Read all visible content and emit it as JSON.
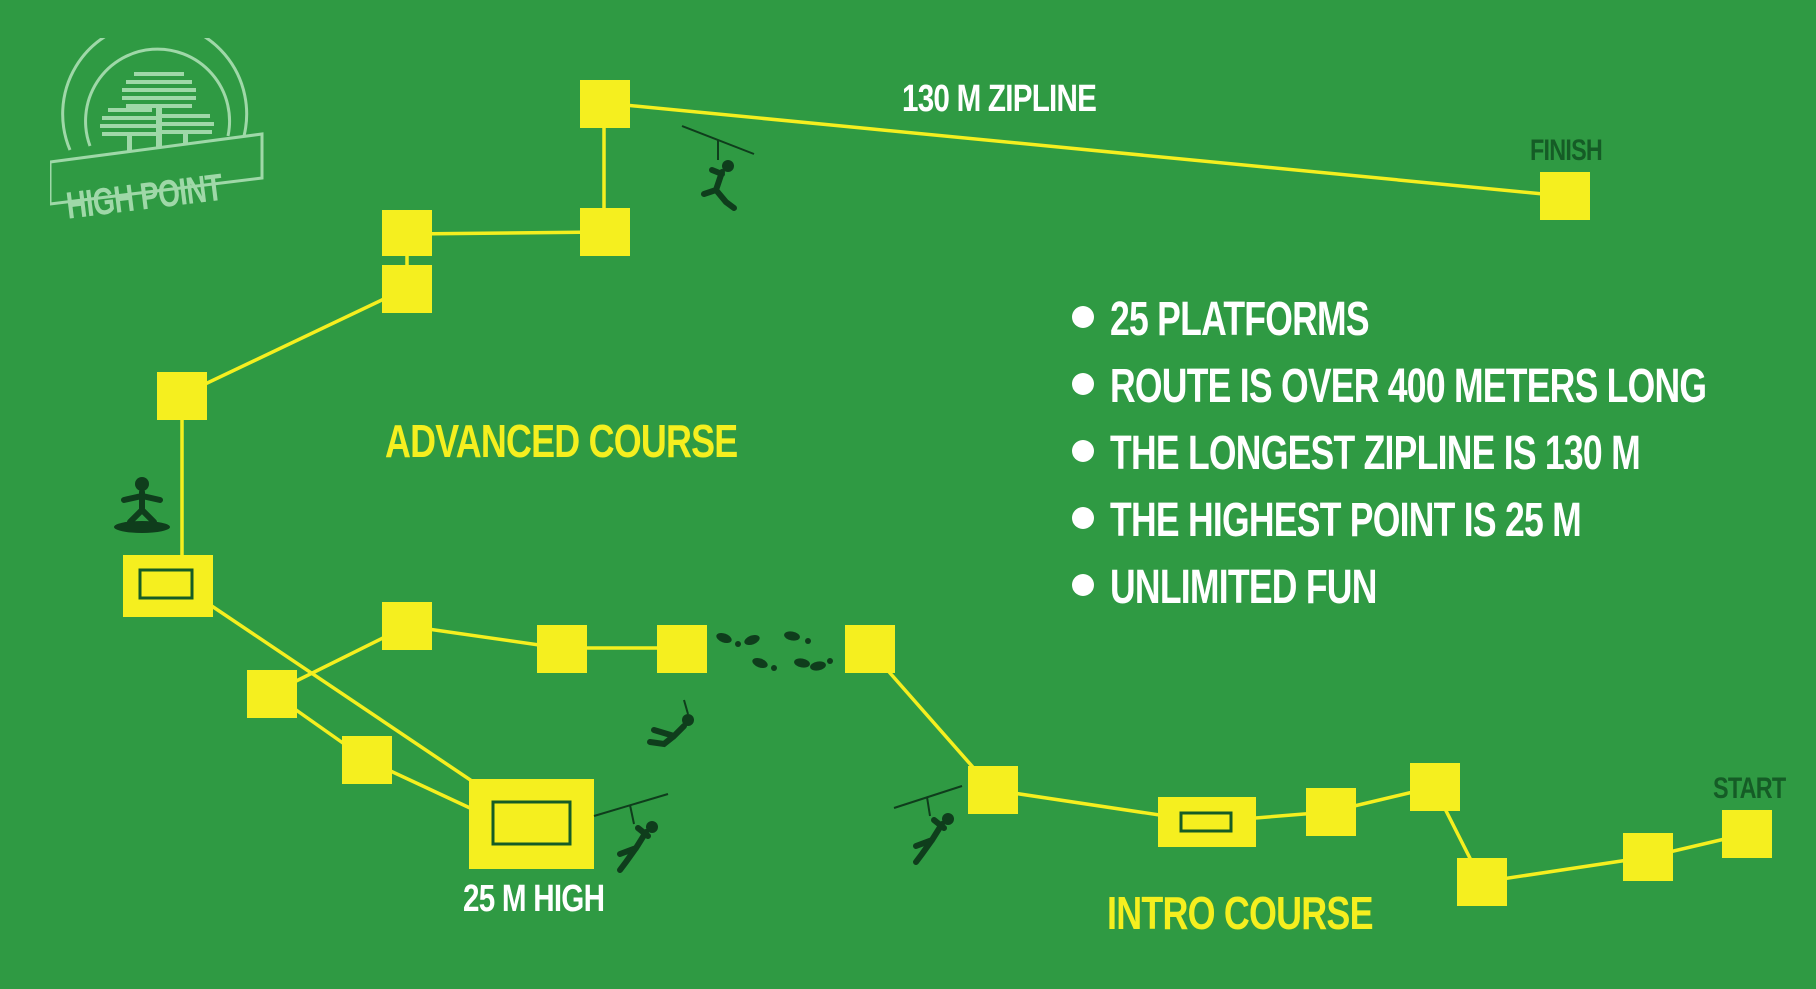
{
  "brand": {
    "name": "HIGH POINT",
    "colors": {
      "background": "#2f9a43",
      "platform": "#f5ef1f",
      "route_line": "#f5ef1f",
      "label_white": "#ffffff",
      "label_dark": "#155c26",
      "logo": "#9fd8a8"
    }
  },
  "labels": {
    "zipline": "130 M ZIPLINE",
    "finish": "FINISH",
    "start": "START",
    "advanced_course": "ADVANCED COURSE",
    "intro_course": "INTRO COURSE",
    "height": "25 M HIGH"
  },
  "facts": [
    "25 PLATFORMS",
    "ROUTE IS OVER 400 METERS LONG",
    "THE LONGEST ZIPLINE IS 130 M",
    "THE HIGHEST POINT IS 25 M",
    "UNLIMITED FUN"
  ],
  "icons": {
    "zipline_rider": "zipline-rider-icon",
    "swing_rider": "swing-rider-icon",
    "skateboarder": "skateboarder-icon",
    "footprints": "footprints-icon"
  }
}
